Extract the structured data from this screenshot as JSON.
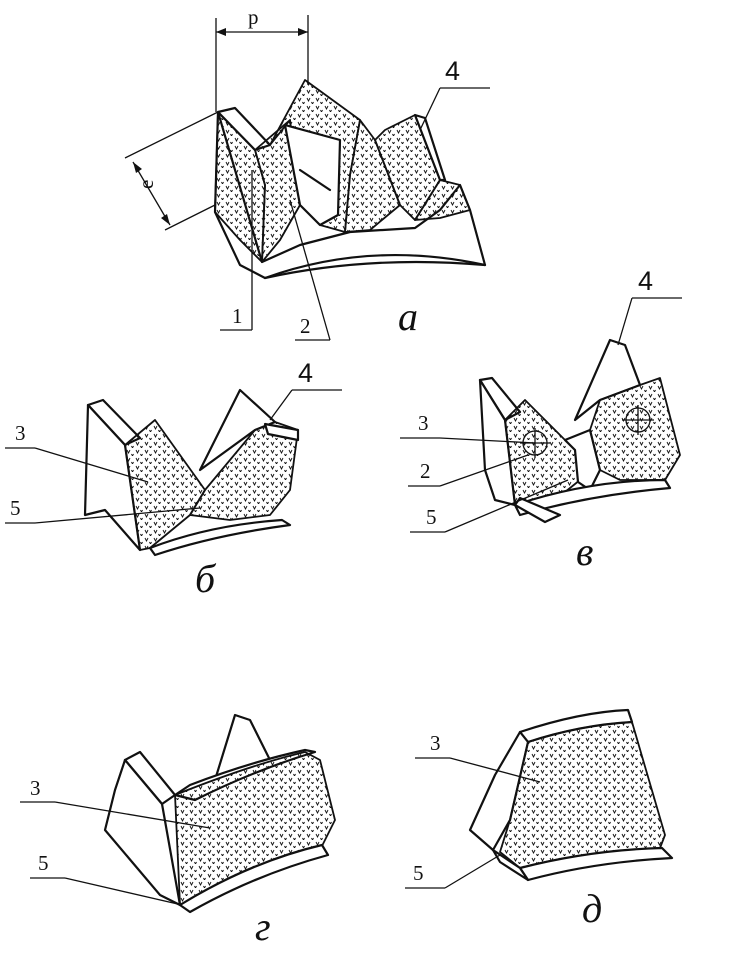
{
  "labels": {
    "p": "p",
    "dim_side": "e",
    "n1": "1",
    "n2": "2",
    "n3": "3",
    "n4": "4",
    "n5": "5"
  },
  "captions": {
    "a": "а",
    "b": "б",
    "v": "в",
    "g": "г",
    "d": "д"
  },
  "colors": {
    "ink": "#111111",
    "paper": "#ffffff"
  }
}
